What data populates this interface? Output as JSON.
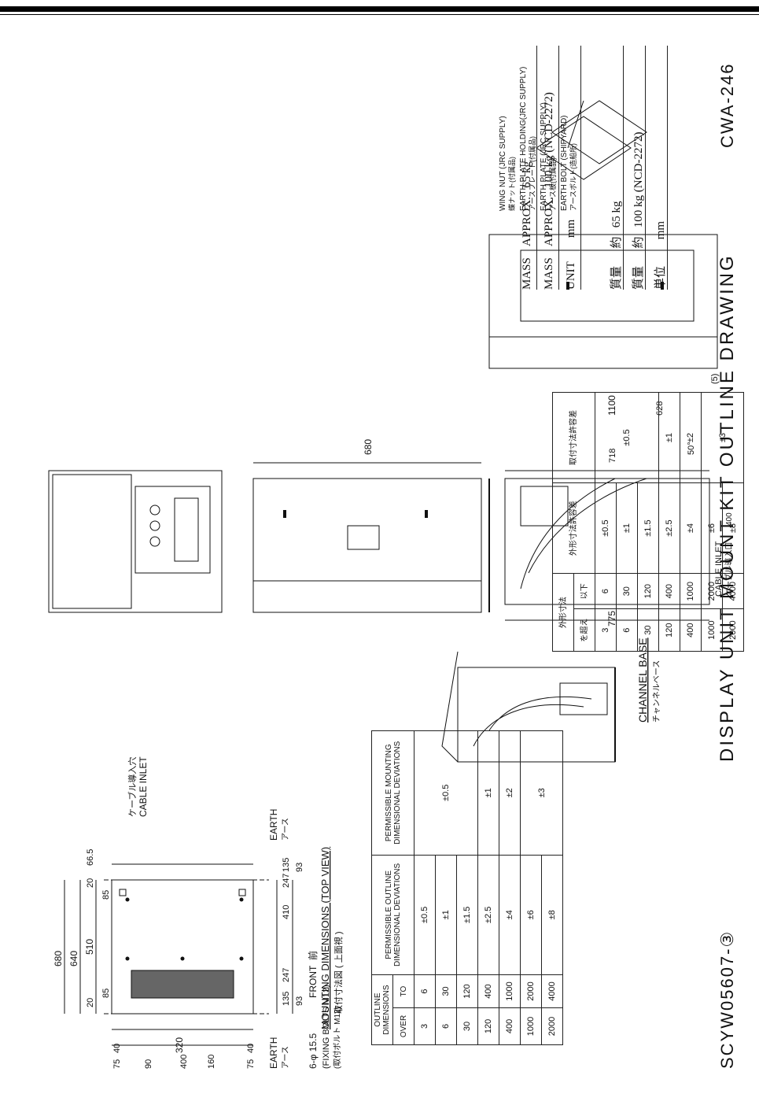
{
  "header": {
    "title": "DISPLAY UNIT MOUNT KIT OUTLINE DRAWING",
    "doc_number": "SCYW05607-③",
    "drawing_no": "CWA-246"
  },
  "top_view": {
    "title_en": "MOUNTING DIMENSIONS (TOP VIEW)",
    "title_jp": "取付寸法図 ( 上面視 )",
    "front_label": "FRONT",
    "front_jp": "前",
    "cable_inlet_jp": "ケーブル導入穴",
    "cable_inlet": "CABLE INLET",
    "earth": "EARTH",
    "earth_jp": "アース",
    "earth2": "EARTH",
    "earth2_jp": "アース",
    "fixing_hole": "6-φ 15.5",
    "fixing_bolts": "(FIXING BOLTS M12)",
    "fixing_bolts_jp": "(取付ボルト M12)",
    "dims": {
      "d680": "680",
      "d640": "640",
      "d20a": "20",
      "d20b": "20",
      "d510": "510",
      "d85a": "85",
      "d85b": "85",
      "d320": "320",
      "d40a": "40",
      "d40b": "40",
      "d135a": "135",
      "d135b": "135",
      "d93a": "93",
      "d93b": "93",
      "d247a": "247",
      "d247b": "247",
      "d410": "410",
      "d400": "400",
      "d75a": "75",
      "d75b": "75",
      "d90": "90",
      "d160": "160",
      "d66": "66.5"
    }
  },
  "front_view": {
    "width": "680",
    "channel_base": "CHANNEL BASE",
    "channel_base_jp": "チャンネルベース"
  },
  "side_view": {
    "d775": "775",
    "d718": "718",
    "d1100": "1100",
    "d628": "628",
    "d5": "(5)",
    "angle": "50°",
    "cable_inlet": "CABLE INLET",
    "cable_inlet_jp": "ケーブル導入口",
    "cable_inlet_size": "400"
  },
  "earth_detail": {
    "wing_nut": "WING NUT (JRC SUPPLY)",
    "wing_nut_jp": "蝶ナット(付属品)",
    "earth_plate_holding": "EARTH PLATE HOLDING(JRC SUPPLY)",
    "earth_plate_holding_jp": "アースプレート(付属品)",
    "earth_plate": "EARTH PLATE (JRC SUPPLY)",
    "earth_plate_jp": "アース板(付属品)",
    "earth_bolt": "EARTH BOLT (SHIPYARD)",
    "earth_bolt_jp": "アースボルト(造船所)"
  },
  "tolerance_en": {
    "h_outline": "OUTLINE DIMENSIONS",
    "h_over": "OVER",
    "h_to": "TO",
    "h_outline_dev": "PERMISSIBLE OUTLINE DIMENSIONAL DEVIATIONS",
    "h_mount_dev": "PERMISSIBLE MOUNTING DIMENSIONAL DEVIATIONS",
    "rows": [
      {
        "over": "3",
        "to": "6",
        "out": "±0.5"
      },
      {
        "over": "6",
        "to": "30",
        "out": "±1"
      },
      {
        "over": "30",
        "to": "120",
        "out": "±1.5"
      },
      {
        "over": "120",
        "to": "400",
        "out": "±2.5"
      },
      {
        "over": "400",
        "to": "1000",
        "out": "±4"
      },
      {
        "over": "1000",
        "to": "2000",
        "out": "±6"
      },
      {
        "over": "2000",
        "to": "4000",
        "out": "±8"
      }
    ],
    "mount": [
      "±0.5",
      "±1",
      "±2",
      "±3"
    ]
  },
  "tolerance_jp": {
    "h_outline": "外形寸法",
    "h_over": "を超え",
    "h_to": "以下",
    "h_outline_dev": "外形寸法許容差",
    "h_mount_dev": "取付寸法許容差"
  },
  "mass": {
    "r1_label": "MASS",
    "r1_approx": "APPROX.",
    "r1_value": "65 kg",
    "r2_label": "MASS",
    "r2_approx": "APPROX.",
    "r2_value": "100 kg (NCD-2272)",
    "r3_label": "UNIT",
    "r3_value": "mm",
    "r4_label": "質量",
    "r4_approx": "約",
    "r4_value": "65 kg",
    "r5_label": "質量",
    "r5_approx": "約",
    "r5_value": "100 kg (NCD-2272)",
    "r6_label": "単位",
    "r6_value": "mm"
  }
}
